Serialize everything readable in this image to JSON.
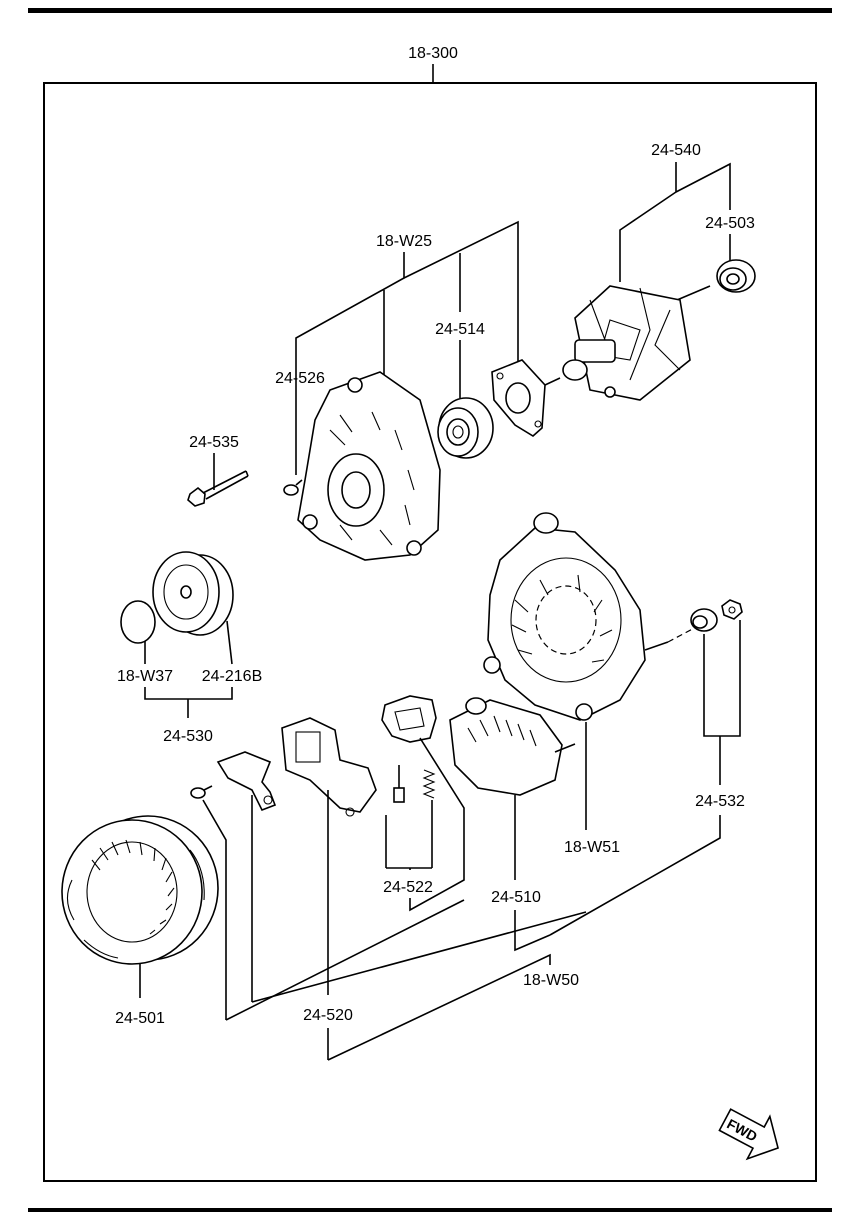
{
  "labels": {
    "assembly": "18-300",
    "rotor": "24-540",
    "rear_bearing": "24-503",
    "front_bracket_kit": "18-W25",
    "front_bearing": "24-514",
    "bracket_screw": "24-526",
    "through_bolt": "24-535",
    "pulley_cover": "18-W37",
    "pulley": "24-216B",
    "pulley_kit": "24-530",
    "rear_bracket_kit": "18-W51",
    "terminal_insulator_kit": "24-532",
    "brush": "24-522",
    "rectifier": "24-510",
    "stator": "24-501",
    "regulator": "24-520",
    "rear_parts_kit": "18-W50"
  },
  "fwd_badge": "FWD"
}
